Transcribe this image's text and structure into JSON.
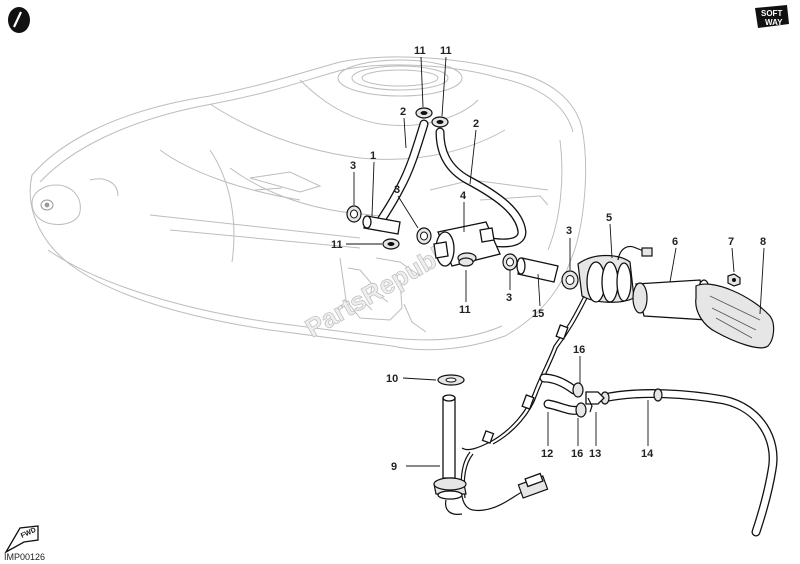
{
  "drawing_code": "IMP00126",
  "logo": {
    "line1": "SOFT",
    "line2": "WAY"
  },
  "watermark": "PartsRepublik",
  "fwd_marker": "FWD",
  "callouts": [
    {
      "id": "c11a",
      "text": "11"
    },
    {
      "id": "c11b",
      "text": "11"
    },
    {
      "id": "c2a",
      "text": "2"
    },
    {
      "id": "c2b",
      "text": "2"
    },
    {
      "id": "c3a",
      "text": "3"
    },
    {
      "id": "c1",
      "text": "1"
    },
    {
      "id": "c3b",
      "text": "3"
    },
    {
      "id": "c4",
      "text": "4"
    },
    {
      "id": "c11c",
      "text": "11"
    },
    {
      "id": "c11d",
      "text": "11"
    },
    {
      "id": "c3c",
      "text": "3"
    },
    {
      "id": "c3d",
      "text": "3"
    },
    {
      "id": "c15",
      "text": "15"
    },
    {
      "id": "c5",
      "text": "5"
    },
    {
      "id": "c6",
      "text": "6"
    },
    {
      "id": "c7",
      "text": "7"
    },
    {
      "id": "c8",
      "text": "8"
    },
    {
      "id": "c10",
      "text": "10"
    },
    {
      "id": "c16a",
      "text": "16"
    },
    {
      "id": "c9",
      "text": "9"
    },
    {
      "id": "c12",
      "text": "12"
    },
    {
      "id": "c16b",
      "text": "16"
    },
    {
      "id": "c13",
      "text": "13"
    },
    {
      "id": "c14",
      "text": "14"
    }
  ]
}
